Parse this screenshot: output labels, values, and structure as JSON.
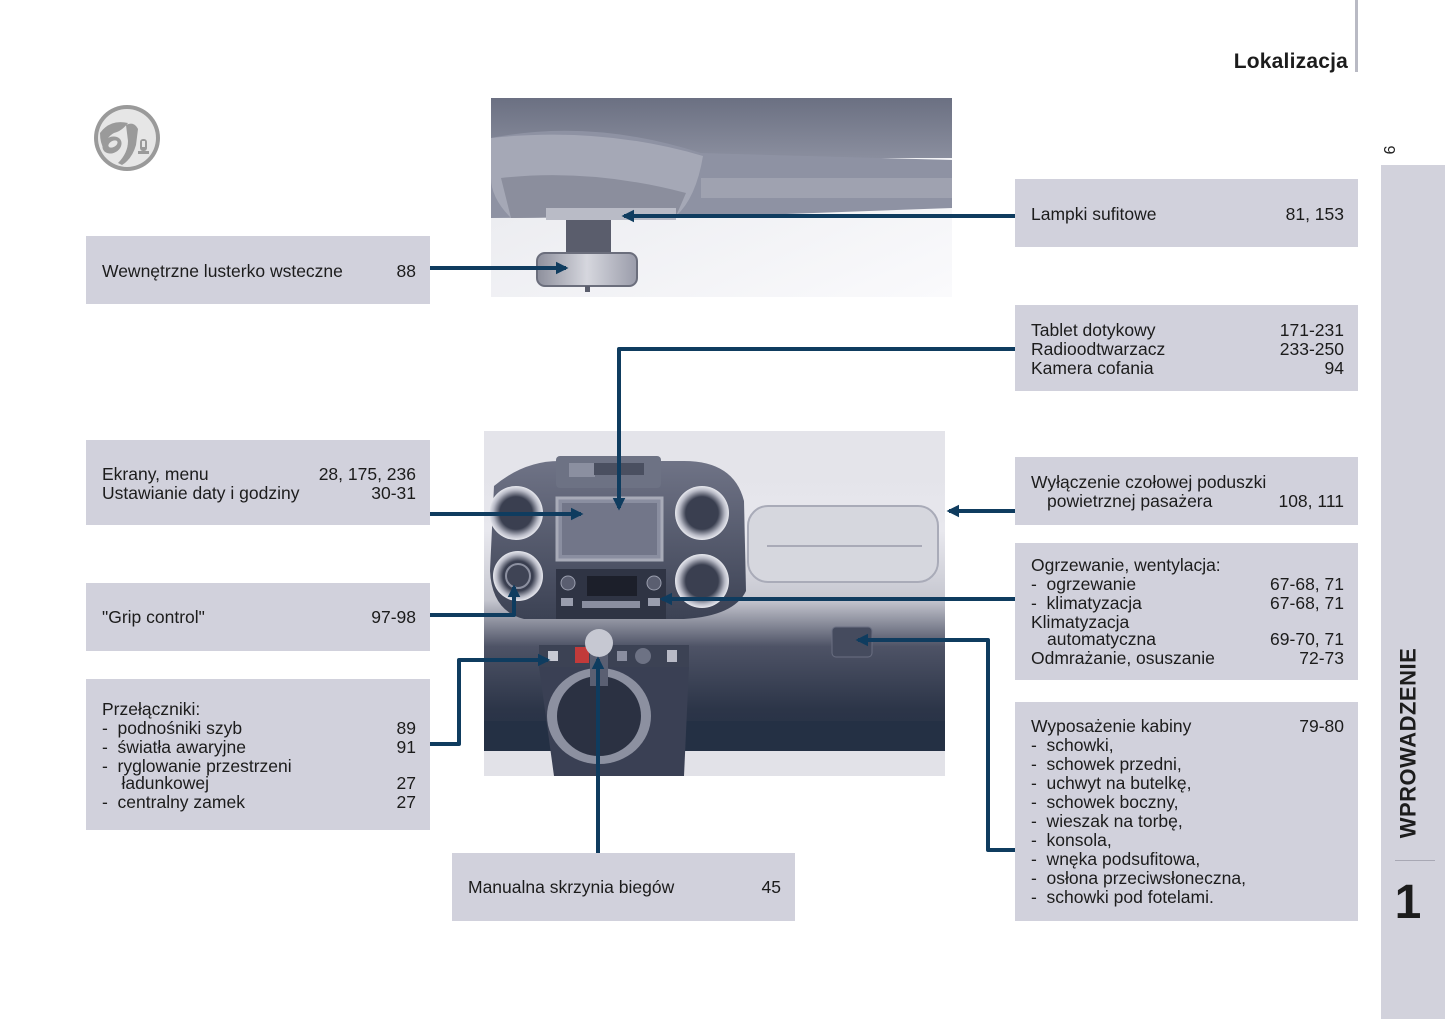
{
  "header": {
    "title": "Lokalizacja",
    "page_number": "9"
  },
  "side_tab": {
    "chapter_label": "WPROWADZENIE",
    "chapter_number": "1"
  },
  "section_icon": "steering-wheel-driver-icon",
  "colors": {
    "box_background": "#d1d1dc",
    "leader_line": "#0f3c5f",
    "side_tab": "#d2d2dc"
  },
  "callouts": {
    "rear_mirror": {
      "label": "Wewnętrzne lusterko wsteczne",
      "pages": "88"
    },
    "ceiling_lamps": {
      "label": "Lampki sufitowe",
      "pages": "81, 153"
    },
    "multimedia": {
      "rows": [
        {
          "label": "Tablet dotykowy",
          "pages": "171-231"
        },
        {
          "label": "Radioodtwarzacz",
          "pages": "233-250"
        },
        {
          "label": "Kamera cofania",
          "pages": "94"
        }
      ]
    },
    "screens": {
      "rows": [
        {
          "label": "Ekrany, menu",
          "pages": "28, 175, 236"
        },
        {
          "label": "Ustawianie daty i godziny",
          "pages": "30-31"
        }
      ]
    },
    "airbag": {
      "line1": "Wyłączenie czołowej poduszki",
      "line2": "powietrznej pasażera",
      "pages": "108, 111"
    },
    "grip_control": {
      "label": "\"Grip control\"",
      "pages": "97-98"
    },
    "heating": {
      "title": "Ogrzewanie, wentylacja:",
      "rows": [
        {
          "label": "-  ogrzewanie",
          "pages": "67-68, 71"
        },
        {
          "label": "-  klimatyzacja",
          "pages": "67-68, 71"
        }
      ],
      "auto_line1": "Klimatyzacja",
      "auto_line2": "automatyczna",
      "auto_pages": "69-70, 71",
      "defrost_label": "Odmrażanie, osuszanie",
      "defrost_pages": "72-73"
    },
    "switches": {
      "title": "Przełączniki:",
      "rows": [
        {
          "label": "-  podnośniki szyb",
          "pages": "89"
        },
        {
          "label": "-  światła awaryjne",
          "pages": "91"
        },
        {
          "label": "-  ryglowanie przestrzeni",
          "pages": ""
        },
        {
          "label": "    ładunkowej",
          "pages": "27"
        },
        {
          "label": "-  centralny zamek",
          "pages": "27"
        }
      ]
    },
    "gearbox": {
      "label": "Manualna skrzynia biegów",
      "pages": "45"
    },
    "cabin": {
      "title": "Wyposażenie kabiny",
      "pages": "79-80",
      "items": [
        "-  schowki,",
        "-  schowek przedni,",
        "-  uchwyt na butelkę,",
        "-  schowek boczny,",
        "-  wieszak na torbę,",
        "-  konsola,",
        "-  wnęka podsufitowa,",
        "-  osłona przeciwsłoneczna,",
        "-  schowki pod fotelami."
      ]
    }
  }
}
